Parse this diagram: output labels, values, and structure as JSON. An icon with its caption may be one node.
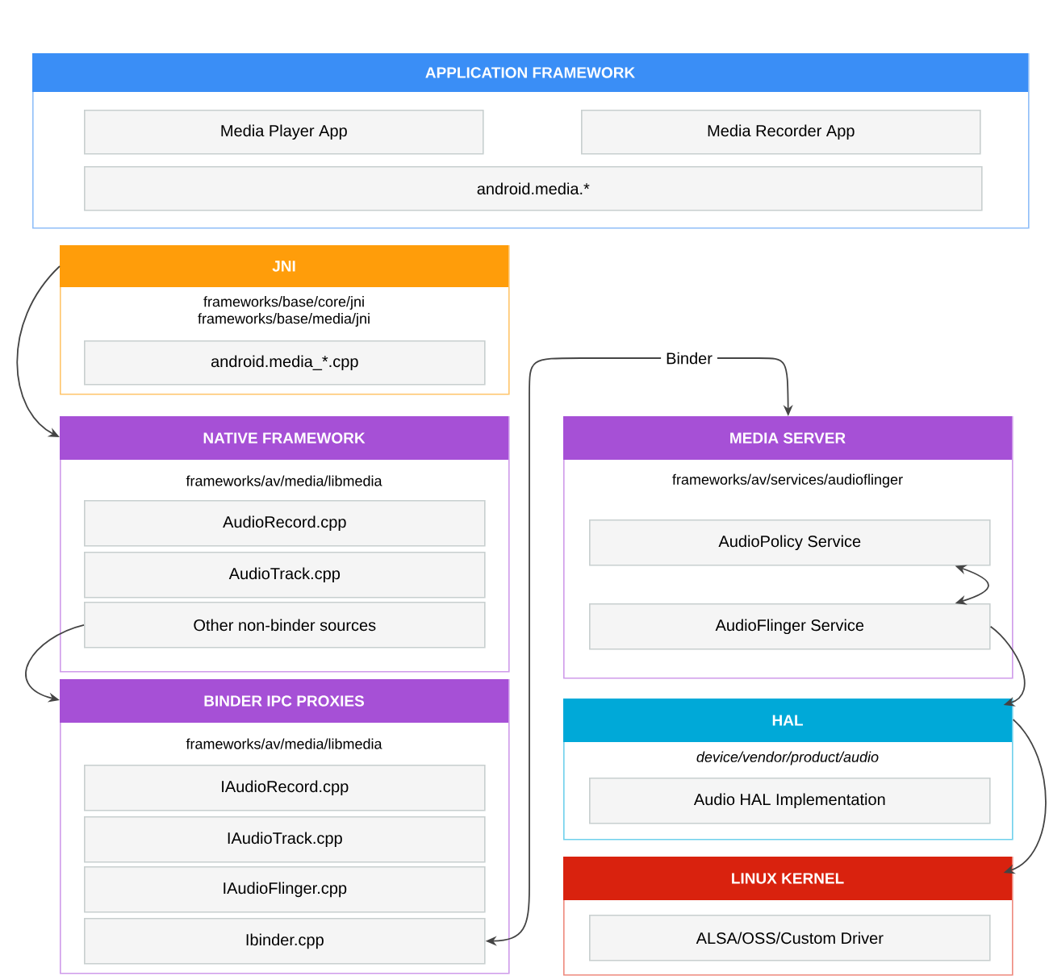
{
  "diagram": {
    "nodes": [
      {
        "text": [
          "APPLICATION FRAMEWORK"
        ]
      },
      {
        "text": [
          "Media Player App"
        ],
        "in": 0
      },
      {
        "text": [
          "Media Recorder App"
        ],
        "in": 0
      },
      {
        "text": [
          "android.media.*"
        ],
        "in": 0
      },
      {
        "text": [
          "JNI",
          "frameworks/base/core/jni frameworks/base/media/jni"
        ]
      },
      {
        "text": [
          "android.media_*.cpp"
        ],
        "in": 4
      },
      {
        "text": [
          "NATIVE FRAMEWORK",
          "frameworks/av/media/libmedia"
        ]
      },
      {
        "text": [
          "AudioRecord.cpp"
        ],
        "in": 6
      },
      {
        "text": [
          "AudioTrack.cpp"
        ],
        "in": 6
      },
      {
        "text": [
          "Other non-binder sources"
        ],
        "in": 6
      },
      {
        "text": [
          "MEDIA SERVER",
          "frameworks/av/services/audioflinger"
        ]
      },
      {
        "text": [
          "AudioPolicy Service"
        ],
        "in": 10
      },
      {
        "text": [
          "AudioFlinger Service"
        ],
        "in": 10
      },
      {
        "text": [
          "BINDER IPC PROXIES",
          "frameworks/av/media/libmedia"
        ]
      },
      {
        "text": [
          "IAudioRecord.cpp"
        ],
        "in": 13
      },
      {
        "text": [
          "IAudioTrack.cpp"
        ],
        "in": 13
      },
      {
        "text": [
          "IAudioFlinger.cpp"
        ],
        "in": 13
      },
      {
        "text": [
          "Ibinder.cpp"
        ],
        "in": 13
      },
      {
        "text": [
          "HAL",
          "device/vendor/product/audio"
        ]
      },
      {
        "text": [
          "Audio HAL Implementation"
        ],
        "in": 18
      },
      {
        "text": [
          "LINUX KERNEL"
        ]
      },
      {
        "text": [
          "ALSA/OSS/Custom Driver"
        ],
        "in": 20
      }
    ],
    "edges": [
      {
        "from": 4,
        "to": 6,
        "arrow": "to"
      },
      {
        "from": 9,
        "to": 13,
        "arrow": "to"
      },
      {
        "from": 17,
        "to": 10,
        "arrow": "both",
        "label": "Binder"
      },
      {
        "from": 11,
        "to": 12,
        "arrow": "both"
      },
      {
        "from": 12,
        "to": 18,
        "arrow": "to"
      },
      {
        "from": 18,
        "to": 20,
        "arrow": "to"
      }
    ]
  }
}
